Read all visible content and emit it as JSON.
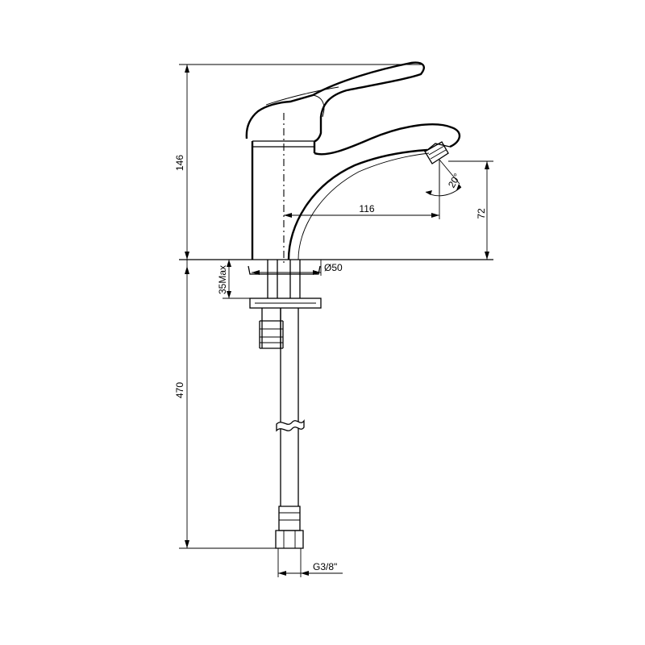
{
  "dimensions": {
    "total_height": "146",
    "lower_length": "470",
    "counter_thickness": "35Max",
    "spout_reach": "116",
    "spout_height": "72",
    "base_diameter": "Ø50",
    "aerator_angle": "20°",
    "thread": "G3/8\""
  }
}
